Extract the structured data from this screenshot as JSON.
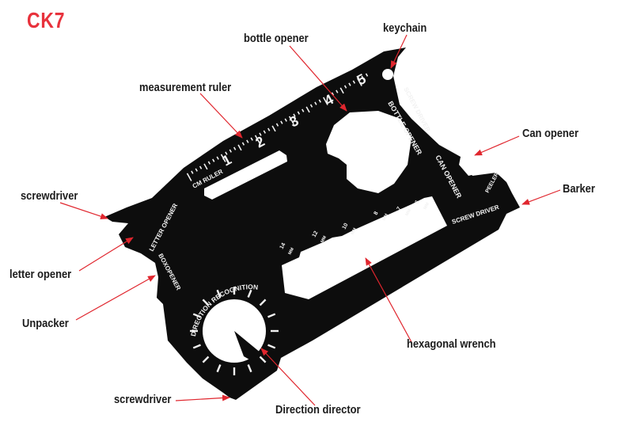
{
  "brand": {
    "model": "CK7",
    "color": "#e8323c"
  },
  "colors": {
    "tool": "#0d0d0d",
    "engraving": "#f2f2f2",
    "arrow": "#e0262e",
    "label": "#1b1b1b"
  },
  "callouts": {
    "keychain": "keychain",
    "bottle_opener": "bottle opener",
    "measurement_ruler": "measurement ruler",
    "can_opener": "Can opener",
    "barker": "Barker",
    "screwdriver_left": "screwdriver",
    "letter_opener": "letter opener",
    "unpacker": "Unpacker",
    "hexagonal_wrench": "hexagonal wrench",
    "screwdriver_bottom": "screwdriver",
    "direction_director": "Direction director"
  },
  "engravings": {
    "ruler_numbers": [
      "1",
      "2",
      "3",
      "4",
      "5"
    ],
    "cm_ruler": "CM RULER",
    "screw_driver_top": "SCREW DRIVER",
    "bottle_opener": "BOTTLE OPENER",
    "can_opener": "CAN OPENER",
    "peeler": "PEELER",
    "screw_driver_right": "SCREW DRIVER",
    "letter_opener": "LETTER OPENER",
    "box_opener": "BOXOPENER",
    "direction_recognition": "DIRECTION RECOGNITION",
    "wrench_sizes": [
      "14",
      "12",
      "10",
      "8",
      "7",
      "6"
    ],
    "wrench_unit": "MM"
  }
}
